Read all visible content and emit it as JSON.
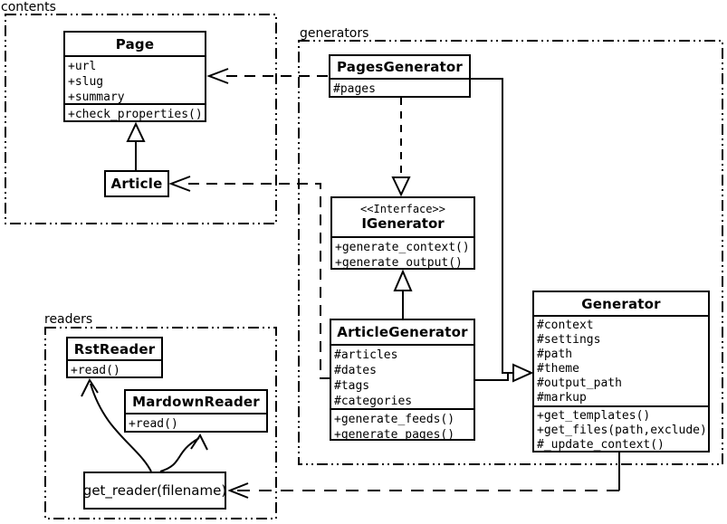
{
  "diagram": {
    "packages": {
      "contents": "contents",
      "generators": "generators",
      "readers": "readers"
    },
    "classes": {
      "page": {
        "name": "Page",
        "attributes": [
          "+url",
          "+slug",
          "+summary"
        ],
        "operations": [
          "+check_properties()"
        ]
      },
      "article": {
        "name": "Article"
      },
      "pages_generator": {
        "name": "PagesGenerator",
        "attributes": [
          "#pages"
        ]
      },
      "igenerator": {
        "stereotype": "<<Interface>>",
        "name": "IGenerator",
        "operations": [
          "+generate_context()",
          "+generate_output()"
        ]
      },
      "article_generator": {
        "name": "ArticleGenerator",
        "attributes": [
          "#articles",
          "#dates",
          "#tags",
          "#categories"
        ],
        "operations": [
          "+generate_feeds()",
          "+generate_pages()"
        ]
      },
      "generator": {
        "name": "Generator",
        "attributes": [
          "#context",
          "#settings",
          "#path",
          "#theme",
          "#output_path",
          "#markup"
        ],
        "operations": [
          "+get_templates()",
          "+get_files(path,exclude)",
          "#_update_context()"
        ]
      },
      "rst_reader": {
        "name": "RstReader",
        "operations": [
          "+read()"
        ]
      },
      "mardown_reader": {
        "name": "MardownReader",
        "operations": [
          "+read()"
        ]
      },
      "get_reader": {
        "label": "get_reader(filename)"
      }
    },
    "relations": [
      {
        "from": "Article",
        "to": "Page",
        "type": "generalization"
      },
      {
        "from": "PagesGenerator",
        "to": "Page",
        "type": "dependency"
      },
      {
        "from": "ArticleGenerator",
        "to": "Article",
        "type": "dependency"
      },
      {
        "from": "PagesGenerator",
        "to": "IGenerator",
        "type": "realization"
      },
      {
        "from": "ArticleGenerator",
        "to": "IGenerator",
        "type": "generalization"
      },
      {
        "from": "PagesGenerator",
        "to": "Generator",
        "type": "generalization"
      },
      {
        "from": "ArticleGenerator",
        "to": "Generator",
        "type": "generalization"
      },
      {
        "from": "Generator",
        "to": "get_reader(filename)",
        "type": "dependency"
      },
      {
        "from": "get_reader(filename)",
        "to": "RstReader",
        "type": "dependency"
      },
      {
        "from": "get_reader(filename)",
        "to": "MardownReader",
        "type": "dependency"
      }
    ],
    "colors": {
      "line": "#000000",
      "background": "#ffffff",
      "box_fill": "#ffffff"
    }
  }
}
